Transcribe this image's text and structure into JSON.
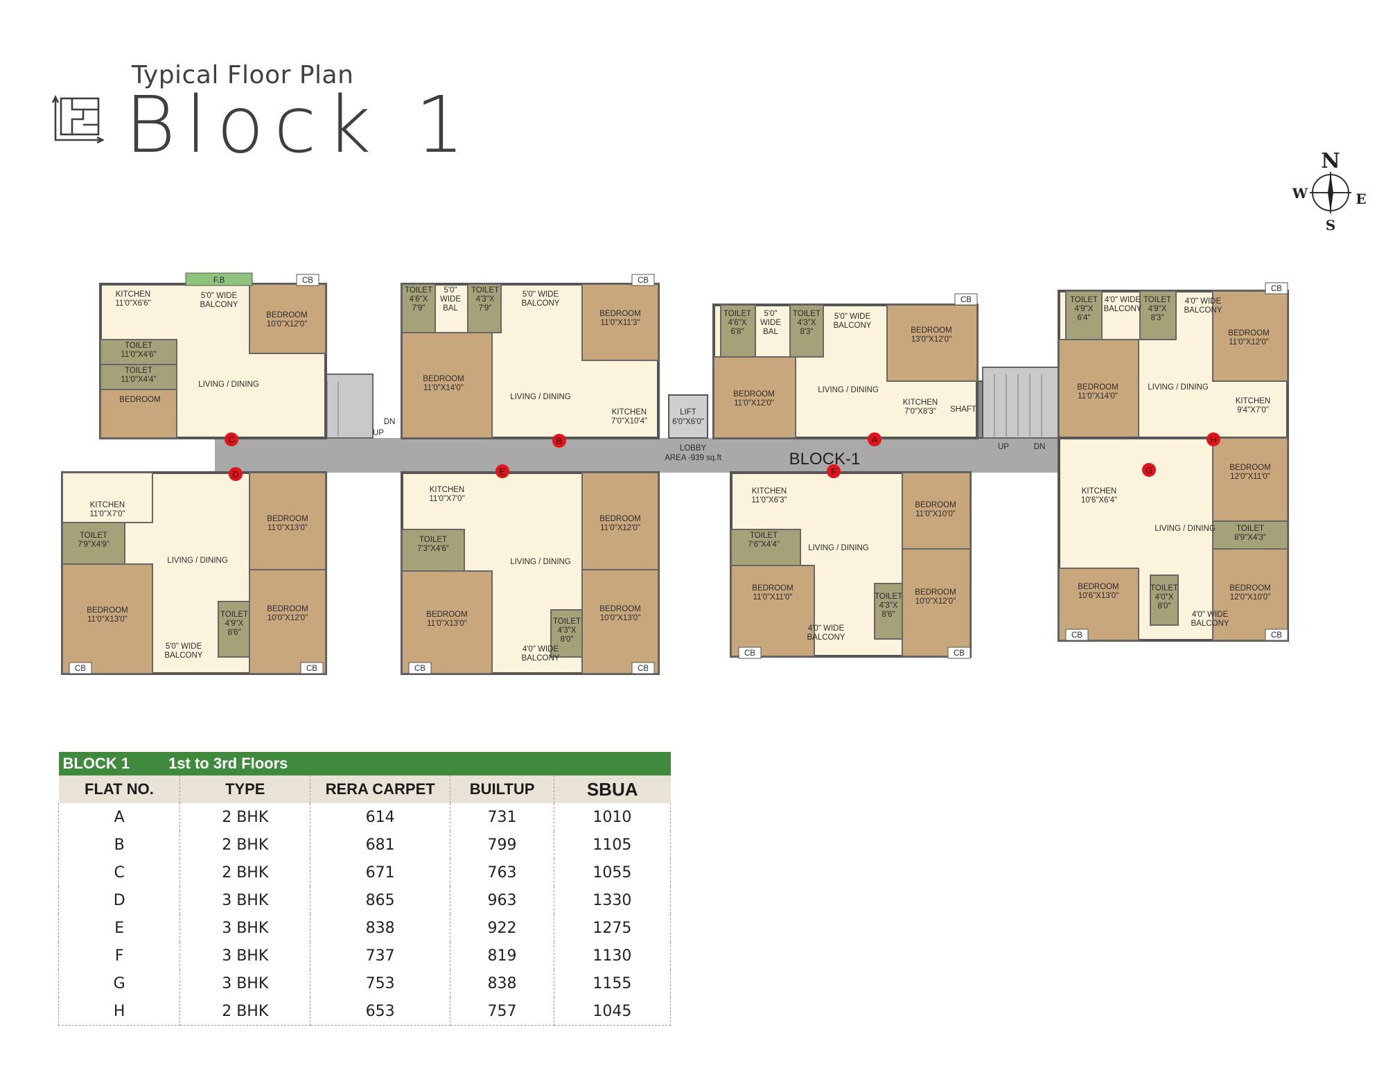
{
  "header": {
    "subtitle": "Typical Floor Plan",
    "title": "Block 1",
    "icon": "floor-plan-icon"
  },
  "compass": {
    "n": "N",
    "s": "S",
    "e": "E",
    "w": "W"
  },
  "plan": {
    "flat_markers": [
      "A",
      "B",
      "C",
      "D",
      "E",
      "F",
      "G",
      "H"
    ],
    "core": {
      "lift_label": "LIFT",
      "lift_size": "6'0\"X6'0\"",
      "lobby_label": "LOBBY",
      "lobby_area": "AREA -939 sq.ft",
      "shaft": "SHAFT",
      "block_label": "BLOCK-1",
      "fb": "F.B",
      "up": "UP",
      "dn": "DN"
    },
    "rooms": {
      "c_kitchen": [
        "KITCHEN",
        "11'0\"X6'6\""
      ],
      "c_balcony": [
        "5'0\" WIDE",
        "BALCONY"
      ],
      "c_bedroom1": [
        "BEDROOM",
        "10'0\"X12'0\""
      ],
      "c_toilet1": [
        "TOILET",
        "11'0\"X4'6\""
      ],
      "c_toilet2": [
        "TOILET",
        "11'0\"X4'4\""
      ],
      "c_living": [
        "LIVING / DINING"
      ],
      "c_bedroom2": [
        "BEDROOM"
      ],
      "b_toilet1": [
        "TOILET",
        "4'6\"X",
        "7'9\""
      ],
      "b_bal": [
        "5'0\"",
        "WIDE",
        "BAL"
      ],
      "b_toilet2": [
        "TOILET",
        "4'3\"X",
        "7'9\""
      ],
      "b_balcony": [
        "5'0\" WIDE",
        "BALCONY"
      ],
      "b_bedroom1": [
        "BEDROOM",
        "11'0\"X11'3\""
      ],
      "b_bedroom2": [
        "BEDROOM",
        "11'0\"X14'0\""
      ],
      "b_living": [
        "LIVING / DINING"
      ],
      "b_kitchen": [
        "KITCHEN",
        "7'0\"X10'4\""
      ],
      "a_toilet1": [
        "TOILET",
        "4'6\"X",
        "6'8\""
      ],
      "a_bal": [
        "5'0\"",
        "WIDE",
        "BAL"
      ],
      "a_toilet2": [
        "TOILET",
        "4'3\"X",
        "8'3\""
      ],
      "a_balcony": [
        "5'0\" WIDE",
        "BALCONY"
      ],
      "a_bedroom1": [
        "BEDROOM",
        "13'0\"X12'0\""
      ],
      "a_bedroom2": [
        "BEDROOM",
        "11'0\"X12'0\""
      ],
      "a_living": [
        "LIVING / DINING"
      ],
      "a_kitchen": [
        "KITCHEN",
        "7'0\"X8'3\""
      ],
      "h_toilet1": [
        "TOILET",
        "4'9\"X",
        "6'4\""
      ],
      "h_bal": [
        "4'0\" WIDE",
        "BALCONY"
      ],
      "h_toilet2": [
        "TOILET",
        "4'9\"X",
        "8'3\""
      ],
      "h_balcony": [
        "4'0\" WIDE",
        "BALCONY"
      ],
      "h_bedroom1": [
        "BEDROOM",
        "11'0\"X12'0\""
      ],
      "h_bedroom2": [
        "BEDROOM",
        "11'0\"X14'0\""
      ],
      "h_living": [
        "LIVING / DINING"
      ],
      "h_kitchen": [
        "KITCHEN",
        "9'4\"X7'0\""
      ],
      "d_kitchen": [
        "KITCHEN",
        "11'0\"X7'0\""
      ],
      "d_toilet1": [
        "TOILET",
        "7'9\"X4'9\""
      ],
      "d_bedroom1": [
        "BEDROOM",
        "11'0\"X13'0\""
      ],
      "d_living": [
        "LIVING / DINING"
      ],
      "d_bedroom2": [
        "BEDROOM",
        "11'0\"X13'0\""
      ],
      "d_bedroom3": [
        "BEDROOM",
        "10'0\"X12'0\""
      ],
      "d_toilet2": [
        "TOILET",
        "4'9\"X",
        "8'6\""
      ],
      "d_balcony": [
        "5'0\" WIDE",
        "BALCONY"
      ],
      "e_kitchen": [
        "KITCHEN",
        "11'0\"X7'0\""
      ],
      "e_toilet1": [
        "TOILET",
        "7'3\"X4'6\""
      ],
      "e_bedroom1": [
        "BEDROOM",
        "11'0\"X13'0\""
      ],
      "e_living": [
        "LIVING / DINING"
      ],
      "e_bedroom2": [
        "BEDROOM",
        "11'0\"X12'0\""
      ],
      "e_bedroom3": [
        "BEDROOM",
        "10'0\"X13'0\""
      ],
      "e_toilet2": [
        "TOILET",
        "4'3\"X",
        "8'0\""
      ],
      "e_balcony": [
        "4'0\" WIDE",
        "BALCONY"
      ],
      "f_kitchen": [
        "KITCHEN",
        "11'0\"X6'3\""
      ],
      "f_toilet1": [
        "TOILET",
        "7'6\"X4'4\""
      ],
      "f_bedroom1": [
        "BEDROOM",
        "11'0\"X11'0\""
      ],
      "f_living": [
        "LIVING / DINING"
      ],
      "f_bedroom2": [
        "BEDROOM",
        "11'0\"X10'0\""
      ],
      "f_bedroom3": [
        "BEDROOM",
        "10'0\"X12'0\""
      ],
      "f_toilet2": [
        "TOILET",
        "4'3\"X",
        "8'6\""
      ],
      "f_balcony": [
        "4'0\" WIDE",
        "BALCONY"
      ],
      "g_kitchen": [
        "KITCHEN",
        "10'6\"X6'4\""
      ],
      "g_bedroom1": [
        "BEDROOM",
        "10'6\"X13'0\""
      ],
      "g_living": [
        "LIVING / DINING"
      ],
      "g_bedroom2": [
        "BEDROOM",
        "12'0\"X11'0\""
      ],
      "g_toilet1": [
        "TOILET",
        "8'9\"X4'3\""
      ],
      "g_bedroom3": [
        "BEDROOM",
        "12'0\"X10'0\""
      ],
      "g_toilet2": [
        "TOILET",
        "4'0\"X",
        "8'0\""
      ],
      "g_balcony": [
        "4'0\" WIDE",
        "BALCONY"
      ]
    },
    "cb": "CB"
  },
  "table": {
    "banner_block": "BLOCK 1",
    "banner_floors": "1st to 3rd Floors",
    "headers": [
      "FLAT NO.",
      "TYPE",
      "RERA CARPET",
      "BUILTUP",
      "SBUA"
    ],
    "rows": [
      [
        "A",
        "2 BHK",
        "614",
        "731",
        "1010"
      ],
      [
        "B",
        "2 BHK",
        "681",
        "799",
        "1105"
      ],
      [
        "C",
        "2 BHK",
        "671",
        "763",
        "1055"
      ],
      [
        "D",
        "3 BHK",
        "865",
        "963",
        "1330"
      ],
      [
        "E",
        "3 BHK",
        "838",
        "922",
        "1275"
      ],
      [
        "F",
        "3 BHK",
        "737",
        "819",
        "1130"
      ],
      [
        "G",
        "3 BHK",
        "753",
        "838",
        "1155"
      ],
      [
        "H",
        "2 BHK",
        "653",
        "757",
        "1045"
      ]
    ]
  },
  "colors": {
    "banner": "#3f8a3c",
    "header_row": "#e9e3d7",
    "bedroom": "#c9a77c",
    "living": "#fbf3dc",
    "toilet": "#a5a179",
    "corridor": "#a9a9a9",
    "marker": "#e0141b"
  }
}
